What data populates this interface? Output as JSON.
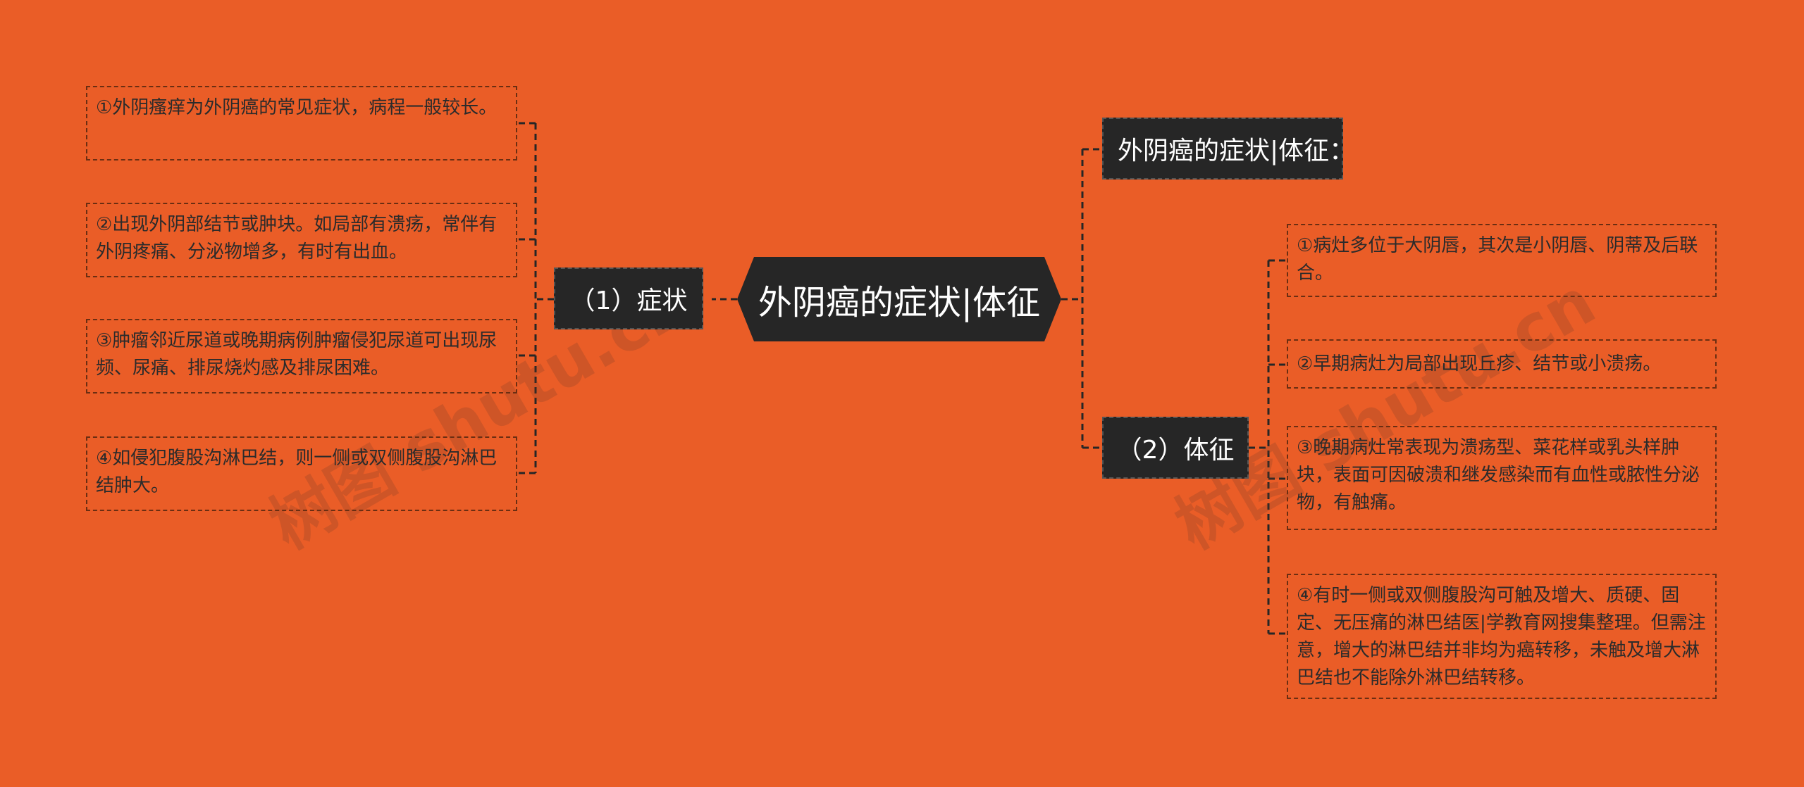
{
  "root": {
    "label": "外阴癌的症状|体征"
  },
  "left_branch": {
    "label": "（1）症状",
    "items": [
      "①外阴瘙痒为外阴癌的常见症状，病程一般较长。",
      "②出现外阴部结节或肿块。如局部有溃疡，常伴有外阴疼痛、分泌物增多，有时有出血。",
      "③肿瘤邻近尿道或晚期病例肿瘤侵犯尿道可出现尿频、尿痛、排尿烧灼感及排尿困难。",
      "④如侵犯腹股沟淋巴结，则一侧或双侧腹股沟淋巴结肿大。"
    ]
  },
  "right_heading": {
    "label": "外阴癌的症状|体征："
  },
  "right_branch": {
    "label": "（2）体征",
    "items": [
      "①病灶多位于大阴唇，其次是小阴唇、阴蒂及后联合。",
      "②早期病灶为局部出现丘疹、结节或小溃疡。",
      "③晚期病灶常表现为溃疡型、菜花样或乳头样肿块，表面可因破溃和继发感染而有血性或脓性分泌物，有触痛。",
      "④有时一侧或双侧腹股沟可触及增大、质硬、固定、无压痛的淋巴结医|学教育网搜集整理。但需注意，增大的淋巴结并非均为癌转移，未触及增大淋巴结也不能除外淋巴结转移。"
    ]
  },
  "watermarks": [
    "树图 shutu.cn",
    "树图 shutu.cn"
  ],
  "colors": {
    "background": "#ea5d27",
    "node": "#262626",
    "line": "#262626"
  }
}
